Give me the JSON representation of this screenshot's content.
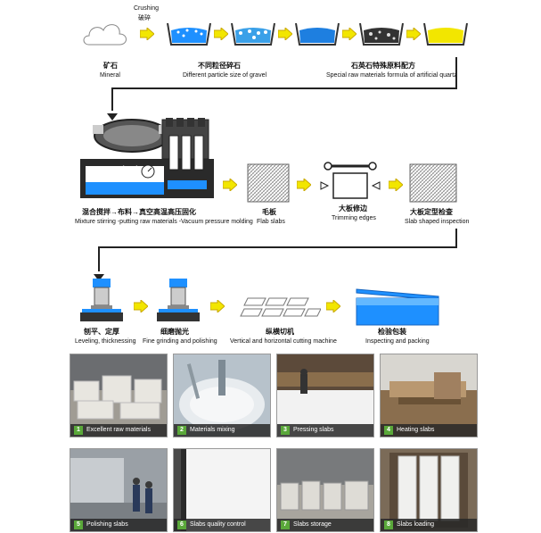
{
  "row1": {
    "crushing_en": "Crushing",
    "crushing_zh": "破碎",
    "mineral_zh": "矿石",
    "mineral_en": "Mineral",
    "gravel_zh": "不同粒径碎石",
    "gravel_en": "Different particle size of gravel",
    "formula_zh": "石英石特殊原料配方",
    "formula_en": "Special raw materials formula of artificial quartz",
    "bin_colors": [
      "#1e90ff",
      "#3aa0e8",
      "#1e7fe0",
      "#333333",
      "#f2e600"
    ]
  },
  "row2": {
    "mixing_zh": "混合搅拌→布料→真空高温高压固化",
    "mixing_en": "Mixture stirring -putting raw materials -Vacuum pressure molding",
    "flab_zh": "毛板",
    "flab_en": "Flab slabs",
    "trim_zh": "大板修边",
    "trim_en": "Trimming edges",
    "inspect_zh": "大板定型检查",
    "inspect_en": "Slab shaped inspection"
  },
  "row3": {
    "level_zh": "刨平、定厚",
    "level_en": "Leveling, thicknessing",
    "grind_zh": "细磨抛光",
    "grind_en": "Fine grinding and polishing",
    "cut_zh": "纵横切机",
    "cut_en": "Vertical and horizontal cutting machine",
    "pack_zh": "检验包装",
    "pack_en": "Inspecting and packing"
  },
  "photos": [
    {
      "num": "1",
      "label": "Excellent raw materials"
    },
    {
      "num": "2",
      "label": "Materials mixing"
    },
    {
      "num": "3",
      "label": "Pressing slabs"
    },
    {
      "num": "4",
      "label": "Heating slabs"
    },
    {
      "num": "5",
      "label": "Polishing slabs"
    },
    {
      "num": "6",
      "label": "Slabs quality control"
    },
    {
      "num": "7",
      "label": "Slabs  storage"
    },
    {
      "num": "8",
      "label": "Slabs loading"
    }
  ],
  "colors": {
    "arrow": "#f2e600",
    "arrow_border": "#c9a800",
    "photo_caption_badge": "#5aa83a"
  }
}
